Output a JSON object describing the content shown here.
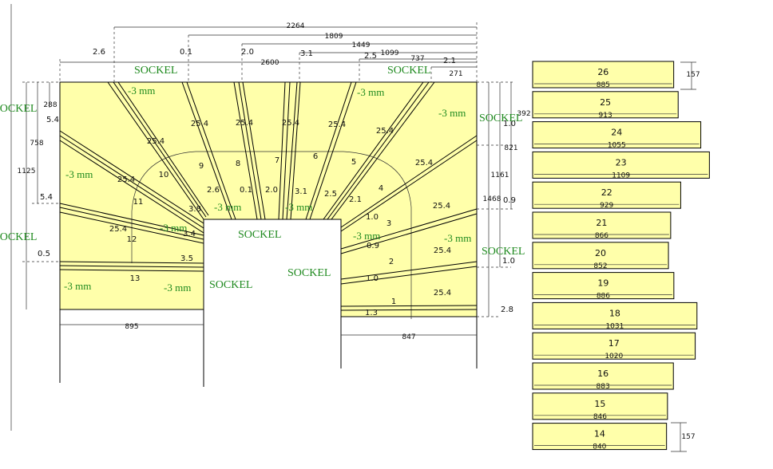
{
  "top_dims": [
    "2264",
    "1809",
    "1449",
    "1099",
    "737",
    "2.1",
    "271",
    "2600",
    "2.6",
    "0.1",
    "2.0",
    "3.1",
    "2.5"
  ],
  "left_dims": [
    "288",
    "5.4",
    "758",
    "1125",
    "5.4",
    "0.5"
  ],
  "right_dims": [
    "392",
    "1.0",
    "821",
    "1161",
    "1468",
    "0.9",
    "1.0",
    "2.8"
  ],
  "bottom_dims": [
    "895",
    "847"
  ],
  "sockel": "SOCKEL",
  "minus3": "-3 mm",
  "step_numbers": [
    "1",
    "2",
    "3",
    "4",
    "5",
    "6",
    "7",
    "8",
    "9",
    "10",
    "11",
    "12",
    "13"
  ],
  "angle_values": [
    "25.4",
    "25.4",
    "25.4",
    "25.4",
    "25.4",
    "25.4",
    "25.4",
    "25.4",
    "25.4",
    "25.4",
    "25.4",
    "25.4"
  ],
  "inner_values": [
    "2.6",
    "0.1",
    "2.0",
    "3.1",
    "2.5",
    "2.1",
    "1.0",
    "0.9",
    "1.0",
    "1.3",
    "3.8",
    "3.4",
    "3.5"
  ],
  "treads": [
    {
      "num": "26",
      "width": "885"
    },
    {
      "num": "25",
      "width": "913"
    },
    {
      "num": "24",
      "width": "1055"
    },
    {
      "num": "23",
      "width": "1109"
    },
    {
      "num": "22",
      "width": "929"
    },
    {
      "num": "21",
      "width": "866"
    },
    {
      "num": "20",
      "width": "852"
    },
    {
      "num": "19",
      "width": "886"
    },
    {
      "num": "18",
      "width": "1031"
    },
    {
      "num": "17",
      "width": "1020"
    },
    {
      "num": "16",
      "width": "883"
    },
    {
      "num": "15",
      "width": "846"
    },
    {
      "num": "14",
      "width": "840"
    }
  ],
  "tread_height": "157",
  "colors": {
    "fill": "#ffffaa",
    "label": "#1f8a1f"
  }
}
